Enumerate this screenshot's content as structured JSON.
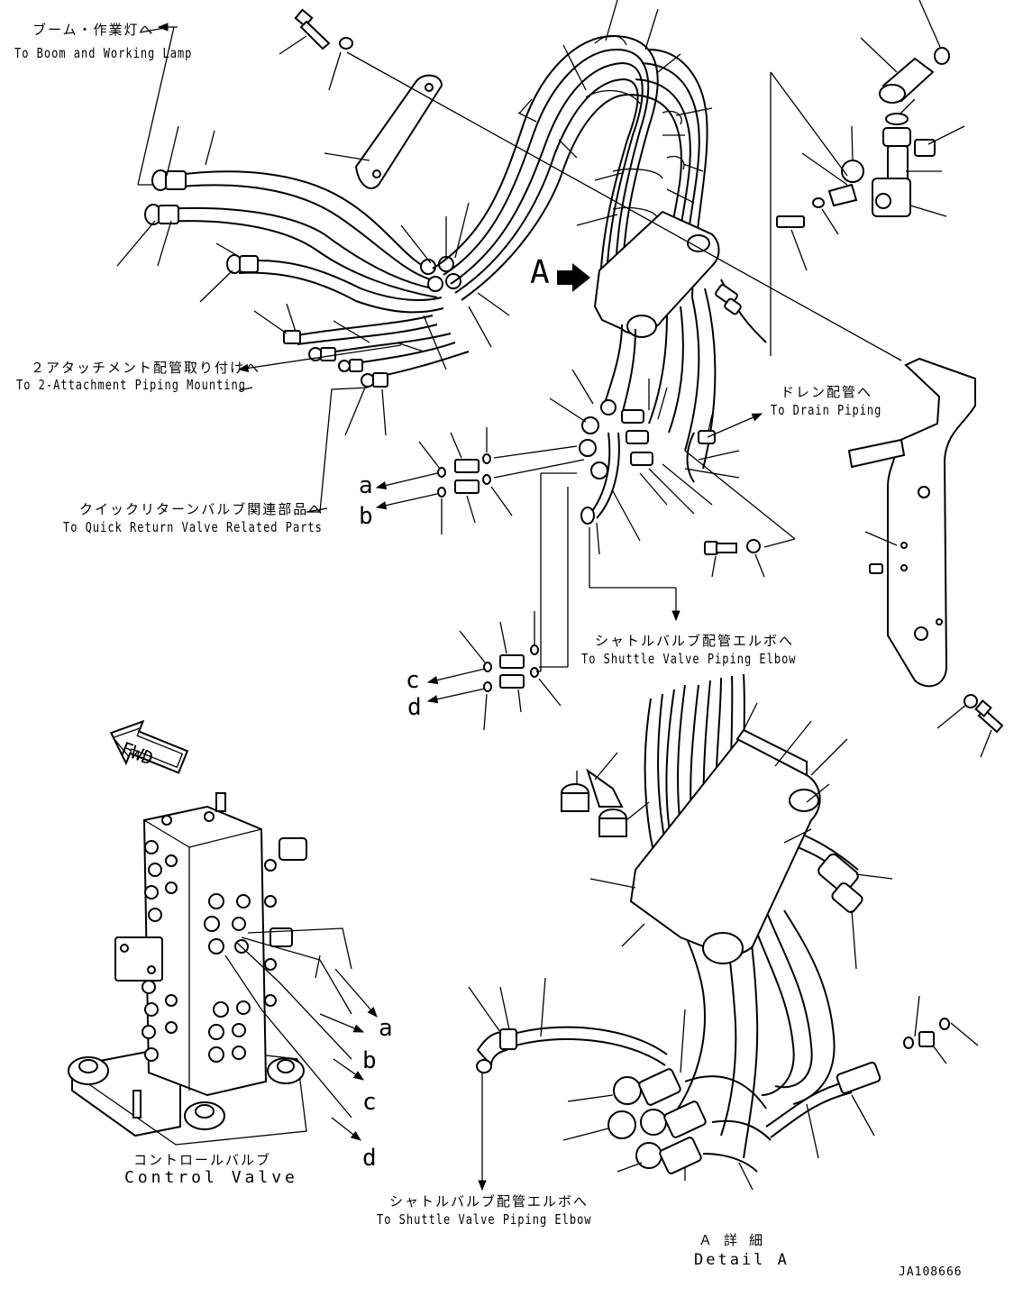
{
  "labels": {
    "boom_jp": "ブーム・作業灯へ",
    "boom_en": "To Boom and Working Lamp",
    "attach_jp": "２アタッチメント配管取り付けへ",
    "attach_en": "To 2-Attachment Piping Mounting",
    "drain_jp": "ドレン配管へ",
    "drain_en": "To Drain Piping",
    "quick_jp": "クイックリターンバルブ関連部品へ",
    "quick_en": "To Quick Return Valve Related Parts",
    "shuttle_jp": "シャトルバルブ配管エルボへ",
    "shuttle_en": "To Shuttle Valve Piping Elbow",
    "shuttle2_jp": "シャトルバルブ配管エルボへ",
    "shuttle2_en": "To Shuttle Valve Piping Elbow",
    "control_jp": "コントロールバルブ",
    "control_en": "Control Valve",
    "detail_jp": "Ａ 詳 細",
    "detail_en": "Detail A",
    "view_arrow": "A",
    "fwd": "FWD",
    "drawing_no": "JA108666"
  },
  "port_letters": {
    "a_top": "a",
    "b_top": "b",
    "c_mid": "c",
    "d_mid": "d",
    "a_cv": "a",
    "b_cv": "b",
    "c_cv": "c",
    "d_cv": "d"
  }
}
